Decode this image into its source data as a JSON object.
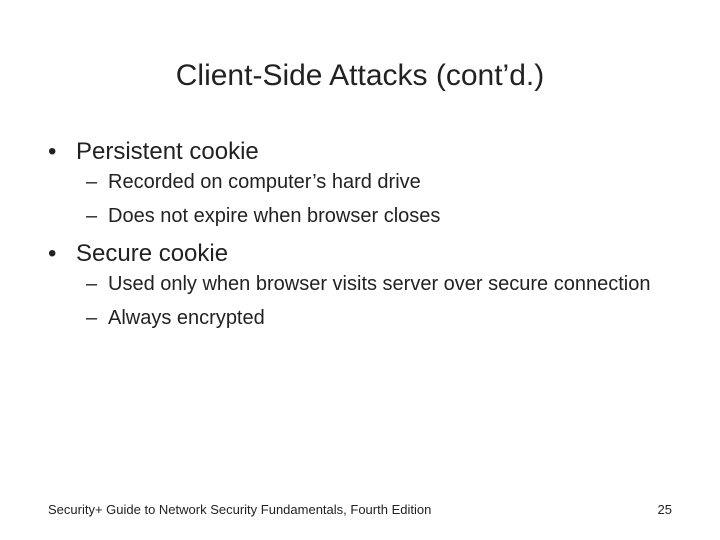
{
  "slide": {
    "title": "Client-Side Attacks (cont’d.)",
    "bullets": [
      {
        "marker": "•",
        "text": "Persistent cookie",
        "subitems": [
          {
            "marker": "–",
            "text": "Recorded on computer’s hard drive"
          },
          {
            "marker": "–",
            "text": "Does not expire when browser closes"
          }
        ]
      },
      {
        "marker": "•",
        "text": "Secure cookie",
        "subitems": [
          {
            "marker": "–",
            "text": "Used only when browser visits server over secure connection"
          },
          {
            "marker": "–",
            "text": "Always encrypted"
          }
        ]
      }
    ]
  },
  "footer": {
    "source": "Security+ Guide to Network Security Fundamentals, Fourth Edition",
    "page_number": "25"
  }
}
